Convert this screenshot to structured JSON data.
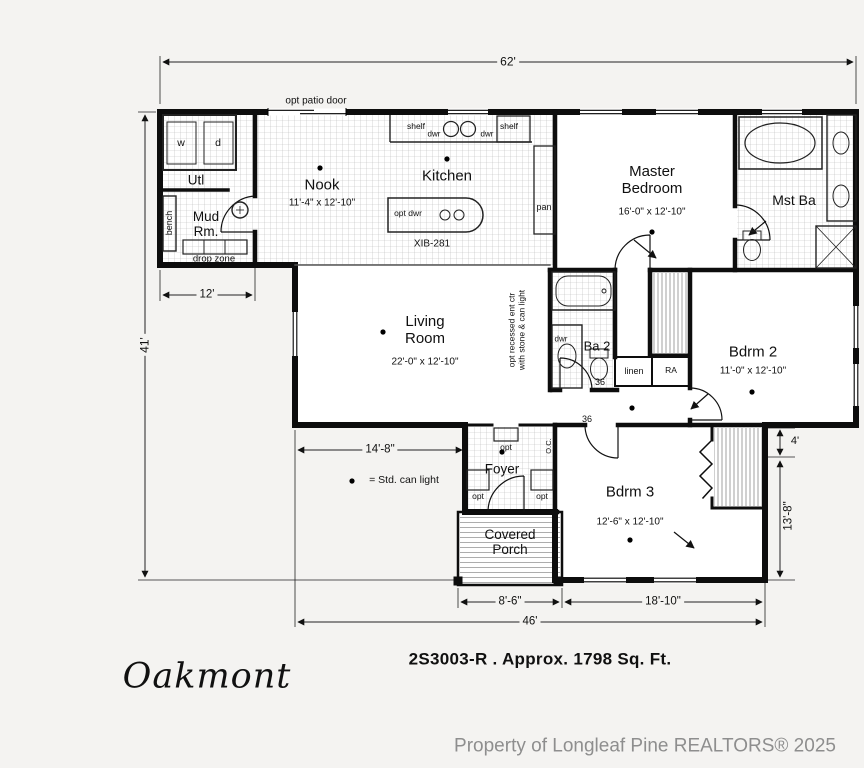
{
  "plan": {
    "brand": "Oakmont",
    "model_line": "2S3003-R .  Approx. 1798 Sq. Ft.",
    "watermark": "Property of Longleaf Pine REALTORS® 2025",
    "legend": "=  Std. can light"
  },
  "rooms": {
    "nook": {
      "name": "Nook",
      "dims": "11'-4\" x 12'-10\""
    },
    "kitchen": {
      "name": "Kitchen"
    },
    "utility": {
      "name": "Utl"
    },
    "mud_room": {
      "name": "Mud\nRm."
    },
    "master_bedroom": {
      "name": "Master\nBedroom",
      "dims": "16'-0\" x 12'-10\""
    },
    "master_bath": {
      "name": "Mst Ba"
    },
    "living_room": {
      "name": "Living\nRoom",
      "dims": "22'-0\" x 12'-10\""
    },
    "bath2": {
      "name": "Ba 2"
    },
    "bedroom2": {
      "name": "Bdrm 2",
      "dims": "11'-0\" x 12'-10\""
    },
    "bedroom3": {
      "name": "Bdrm 3",
      "dims": "12'-6\" x 12'-10\""
    },
    "foyer": {
      "name": "Foyer"
    },
    "covered_porch": {
      "name": "Covered\nPorch"
    }
  },
  "dimensions": {
    "overall_width": "62'",
    "overall_depth": "41'",
    "utility_width": "12'",
    "living_width": "14'-8\"",
    "porch_width": "8'-6\"",
    "bedroom3_width": "18'-10\"",
    "lower_width": "46'",
    "closet_depth": "4'",
    "bedroom3_depth": "13'-8\""
  },
  "annotations": {
    "opt_patio_door": "opt patio door",
    "shelf_left": "shelf",
    "shelf_right": "shelf",
    "dwr_kitchen_left": "dwr",
    "dwr_kitchen_right": "dwr",
    "opt_dwr": "opt dwr",
    "island_model": "XIB-281",
    "pantry": "pan",
    "washer": "w",
    "dryer": "d",
    "bench": "bench",
    "drop_zone": "drop zone",
    "ent_center": "opt recessed ent ctr\nwith stone & can light",
    "dwr_bath2": "dwr",
    "linen": "linen",
    "return_air": "RA",
    "opening_36_a": "36",
    "opening_36_b": "36",
    "opt_foyer_top": "opt",
    "opt_foyer_left": "opt",
    "opt_foyer_right": "opt",
    "oc": "O.C."
  }
}
